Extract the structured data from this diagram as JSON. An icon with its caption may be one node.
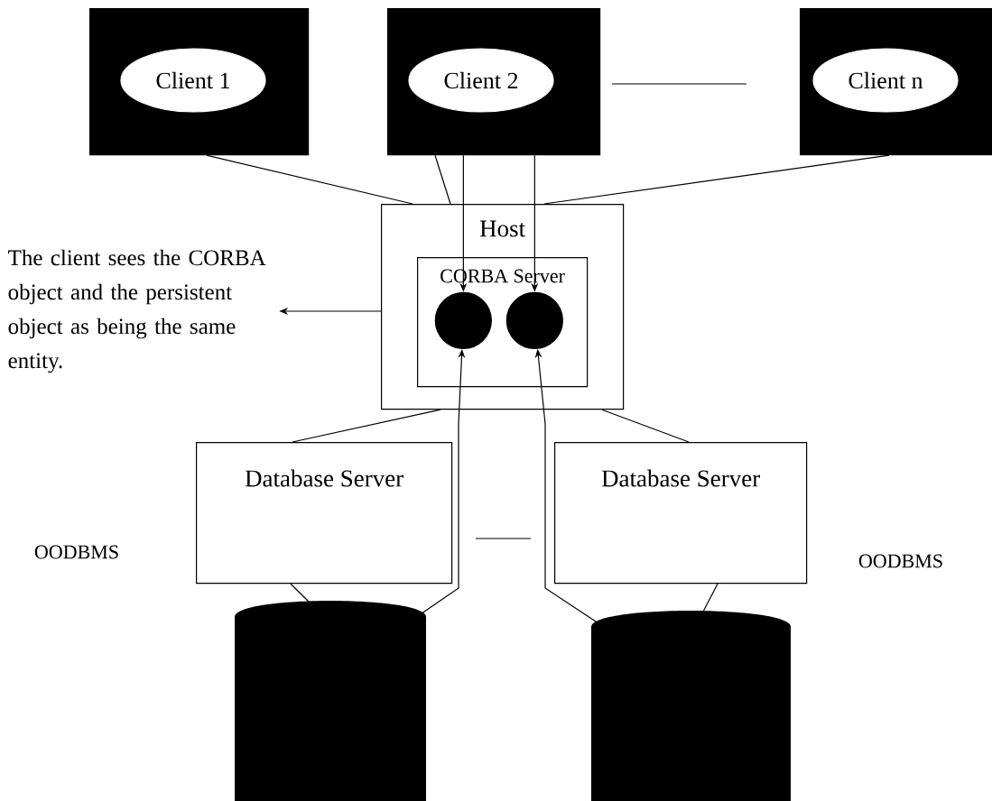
{
  "diagram": {
    "nodes": [
      {
        "text": [],
        "shape": "box"
      },
      {
        "text": [
          "Client 1"
        ],
        "in": 0
      },
      {
        "text": [],
        "shape": "box"
      },
      {
        "text": [
          "Client 2"
        ],
        "in": 2
      },
      {
        "text": [],
        "shape": "box"
      },
      {
        "text": [
          "Client n"
        ],
        "in": 4
      },
      {
        "text": [
          "The client sees the CORBA object and the persistent object as being the same entity."
        ]
      },
      {
        "text": [
          "Host"
        ]
      },
      {
        "text": [
          "CORBA Server"
        ],
        "in": 7
      },
      {
        "text": [],
        "shape": "circle",
        "in": 8
      },
      {
        "text": [],
        "shape": "circle",
        "in": 8
      },
      {
        "text": [
          "Database Server"
        ]
      },
      {
        "text": [
          "Database Server"
        ]
      },
      {
        "text": [],
        "shape": "cylinder"
      },
      {
        "text": [],
        "shape": "cylinder"
      }
    ],
    "edges": [
      {
        "from": 0,
        "to": 7,
        "arrow": "none"
      },
      {
        "from": 2,
        "to": 7,
        "arrow": "none"
      },
      {
        "from": 4,
        "to": 7,
        "arrow": "none"
      },
      {
        "from": 2,
        "to": 9,
        "arrow": "to"
      },
      {
        "from": 2,
        "to": 10,
        "arrow": "to"
      },
      {
        "from": 7,
        "to": 11,
        "arrow": "none"
      },
      {
        "from": 7,
        "to": 12,
        "arrow": "none"
      },
      {
        "from": 11,
        "to": 13,
        "arrow": "none"
      },
      {
        "from": 12,
        "to": 14,
        "arrow": "none"
      },
      {
        "from": 13,
        "to": 9,
        "arrow": "to"
      },
      {
        "from": 14,
        "to": 10,
        "arrow": "to"
      },
      {
        "from": 7,
        "to": 6,
        "arrow": "to"
      }
    ],
    "labels": [
      "OODBMS",
      "OODBMS"
    ]
  }
}
